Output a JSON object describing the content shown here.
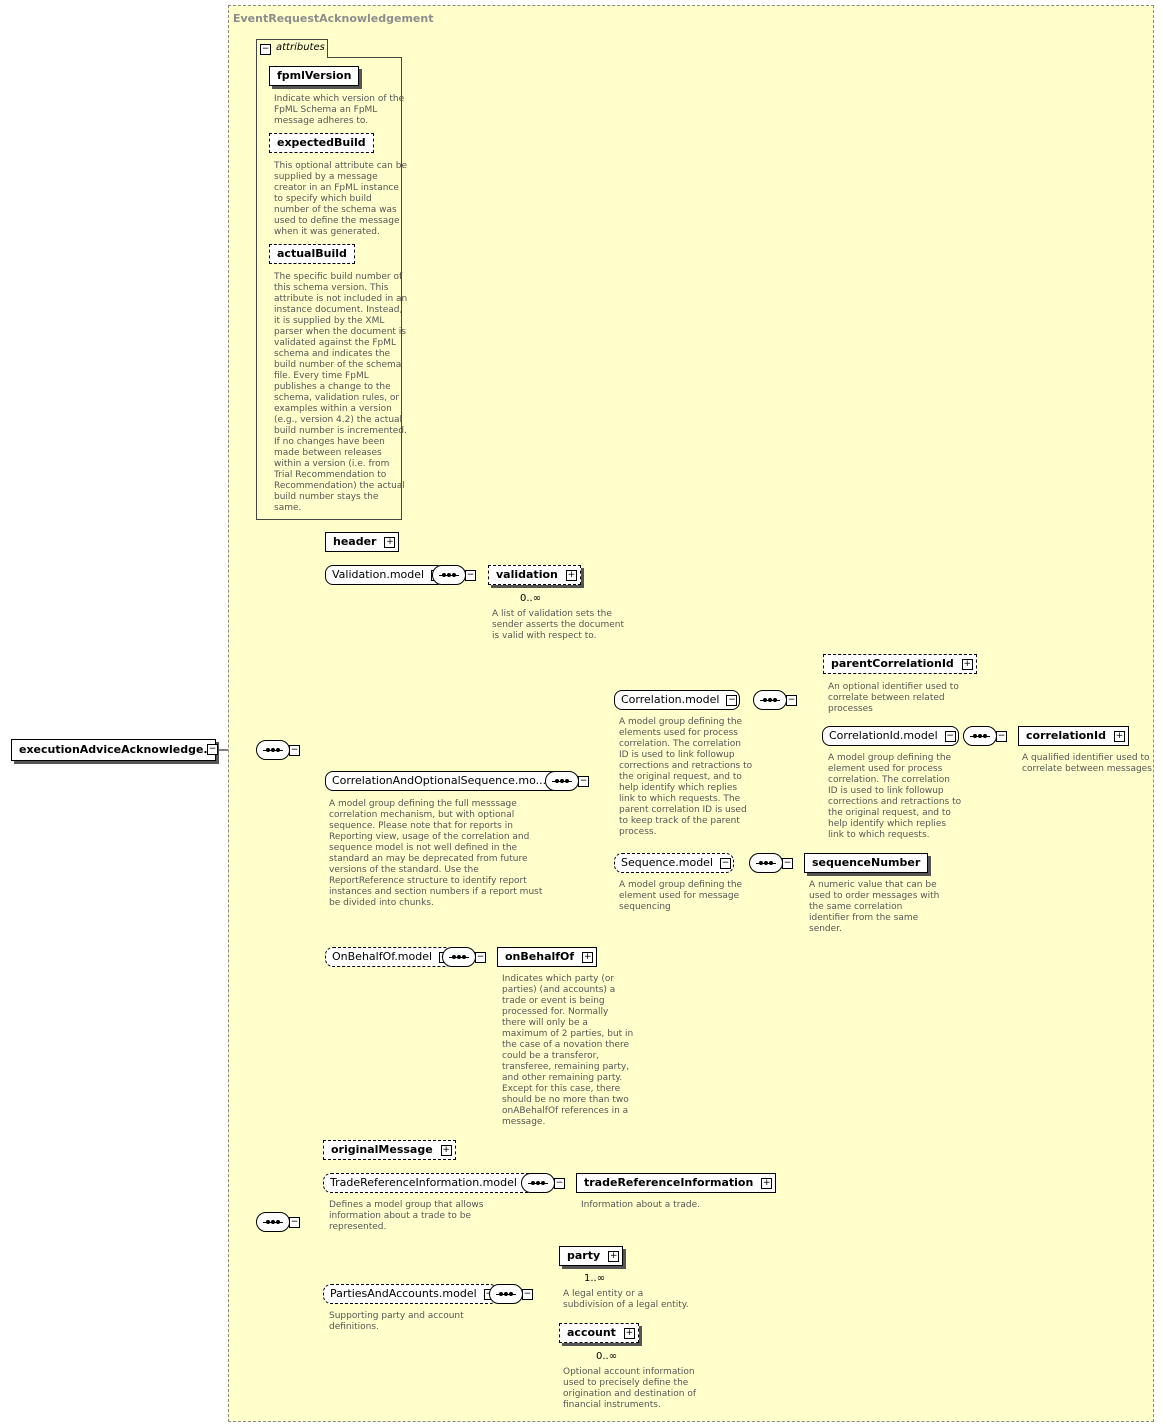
{
  "region_title": "EventRequestAcknowledgement",
  "root": "executionAdviceAcknowledge...",
  "attributes": {
    "tab": "attributes",
    "items": [
      {
        "name": "fpmlVersion",
        "desc": "Indicate which version of the\nFpML Schema an FpML\nmessage adheres to."
      },
      {
        "name": "expectedBuild",
        "desc": "This optional attribute can be\nsupplied by a message\ncreator in an FpML instance\nto specify which build\nnumber of the schema was\nused to define the message\nwhen it was generated."
      },
      {
        "name": "actualBuild",
        "desc": "The specific build number of\nthis schema version. This\nattribute is not included in an\ninstance document. Instead,\nit is supplied by the XML\nparser when the document is\nvalidated against the FpML\nschema and indicates the\nbuild number of the schema\nfile. Every time FpML\npublishes a change to the\nschema, validation rules, or\nexamples within a version\n(e.g., version 4.2) the actual\nbuild number is incremented.\nIf no changes have been\nmade between releases\nwithin a version (i.e. from\nTrial Recommendation to\nRecommendation) the actual\nbuild number stays the\nsame."
      }
    ]
  },
  "nodes": {
    "header": "header",
    "validation_model": "Validation.model",
    "validation": "validation",
    "validation_occ": "0..∞",
    "validation_desc": "A list of validation sets the\nsender asserts the document\nis valid with respect to.",
    "corr_opt_seq": "CorrelationAndOptionalSequence.mo...",
    "corr_opt_seq_desc": "A model group defining the full messsage\ncorrelation mechanism, but with optional\nsequence. Please note that for reports in\nReporting view, usage of the correlation and\nsequence model is not well defined in the\nstandard an may be deprecated from future\nversions of the standard. Use the\nReportReference structure to identify report\ninstances and section numbers if a report must\nbe divided into chunks.",
    "correlation_model": "Correlation.model",
    "correlation_model_desc": "A model group defining the\nelements used for process\ncorrelation. The correlation\nID is used to link followup\ncorrections and retractions to\nthe original request, and to\nhelp identify which replies\nlink to which requests. The\nparent correlation ID is used\nto keep track of the parent\nprocess.",
    "parent_correlation_id": "parentCorrelationId",
    "parent_correlation_id_desc": "An optional identifier used to\ncorrelate between related\nprocesses",
    "correlation_id_model": "CorrelationId.model",
    "correlation_id_model_desc": "A model group defining the\nelement used for process\ncorrelation. The correlation\nID is used to link followup\ncorrections and retractions to\nthe original request, and to\nhelp identify which replies\nlink to which requests.",
    "correlation_id": "correlationId",
    "correlation_id_desc": "A qualified identifier used to\ncorrelate between messages",
    "sequence_model": "Sequence.model",
    "sequence_model_desc": "A model group defining the\nelement used for message\nsequencing",
    "sequence_number": "sequenceNumber",
    "sequence_number_desc": "A numeric value that can be\nused to order messages with\nthe same correlation\nidentifier from the same\nsender.",
    "on_behalf_of_model": "OnBehalfOf.model",
    "on_behalf_of": "onBehalfOf",
    "on_behalf_of_desc": "Indicates which party (or\nparties) (and accounts) a\ntrade or event is being\nprocessed for. Normally\nthere will only be a\nmaximum of 2 parties, but in\nthe case of a novation there\ncould be a transferor,\ntransferee, remaining party,\nand other remaining party.\nExcept for this case, there\nshould be no more than two\nonABehalfOf references in a\nmessage.",
    "original_message": "originalMessage",
    "trade_ref_model": "TradeReferenceInformation.model",
    "trade_ref_model_desc": "Defines a model group that allows\ninformation about a trade to be\nrepresented.",
    "trade_ref_info": "tradeReferenceInformation",
    "trade_ref_info_desc": "Information about a trade.",
    "parties_model": "PartiesAndAccounts.model",
    "parties_model_desc": "Supporting party and account\ndefinitions.",
    "party": "party",
    "party_occ": "1..∞",
    "party_desc": "A legal entity or a\nsubdivision of a legal entity.",
    "account": "account",
    "account_occ": "0..∞",
    "account_desc": "Optional account information\nused to precisely define the\norigination and destination of\nfinancial instruments."
  },
  "icons": {
    "expand": "⊞",
    "collapse": "⊟"
  }
}
